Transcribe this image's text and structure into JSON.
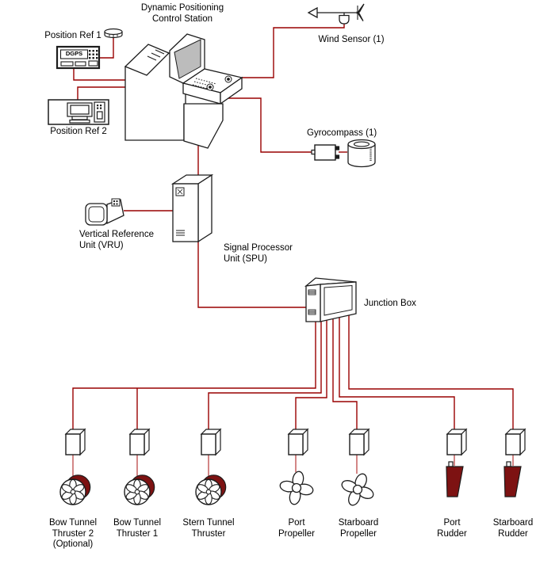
{
  "title": "Dynamic Positioning\nControl Station",
  "colors": {
    "wire": "#990000",
    "wire_light": "#c05353",
    "dark_red_fill": "#7d1212",
    "screen_gray": "#bcbcbc",
    "line_black": "#1c1c1c"
  },
  "nodes": {
    "position_ref_1": {
      "label": "Position Ref 1",
      "icon": "gps-antenna"
    },
    "dgps": {
      "label": "DGPS",
      "icon": "dgps-receiver"
    },
    "position_ref_2": {
      "label": "Position Ref 2",
      "icon": "workstation"
    },
    "wind_sensor": {
      "label": "Wind Sensor (1)",
      "icon": "anemometer"
    },
    "gyrocompass": {
      "label": "Gyrocompass (1)",
      "icon": "gyro-cylinder"
    },
    "vru": {
      "label": "Vertical Reference\nUnit (VRU)",
      "icon": "vru-unit"
    },
    "spu": {
      "label": "Signal Processor\nUnit (SPU)",
      "icon": "processor-cabinet"
    },
    "junction_box": {
      "label": "Junction Box",
      "icon": "junction-box"
    },
    "bow_thruster_2": {
      "label": "Bow Tunnel\nThruster 2\n(Optional)",
      "icon": "tunnel-thruster"
    },
    "bow_thruster_1": {
      "label": "Bow Tunnel\nThruster 1",
      "icon": "tunnel-thruster"
    },
    "stern_thruster": {
      "label": "Stern Tunnel\nThruster",
      "icon": "tunnel-thruster"
    },
    "port_propeller": {
      "label": "Port\nPropeller",
      "icon": "propeller"
    },
    "starboard_propeller": {
      "label": "Starboard\nPropeller",
      "icon": "propeller"
    },
    "port_rudder": {
      "label": "Port\nRudder",
      "icon": "rudder"
    },
    "starboard_rudder": {
      "label": "Starboard\nRudder",
      "icon": "rudder"
    }
  },
  "connections": [
    {
      "from": "position_ref_1",
      "to": "dgps"
    },
    {
      "from": "dgps",
      "to": "control_station"
    },
    {
      "from": "position_ref_2",
      "to": "control_station"
    },
    {
      "from": "wind_sensor",
      "to": "control_station"
    },
    {
      "from": "gyrocompass",
      "to": "control_station"
    },
    {
      "from": "control_station",
      "to": "spu"
    },
    {
      "from": "vru",
      "to": "spu"
    },
    {
      "from": "spu",
      "to": "junction_box"
    },
    {
      "from": "junction_box",
      "to": "bow_thruster_2"
    },
    {
      "from": "junction_box",
      "to": "bow_thruster_1"
    },
    {
      "from": "junction_box",
      "to": "stern_thruster"
    },
    {
      "from": "junction_box",
      "to": "port_propeller"
    },
    {
      "from": "junction_box",
      "to": "starboard_propeller"
    },
    {
      "from": "junction_box",
      "to": "port_rudder"
    },
    {
      "from": "junction_box",
      "to": "starboard_rudder"
    }
  ]
}
